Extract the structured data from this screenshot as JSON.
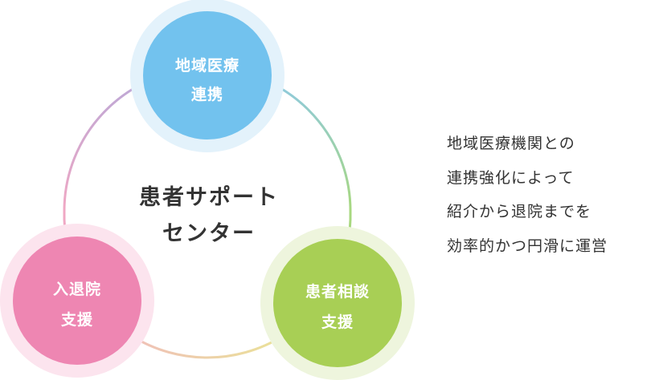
{
  "diagram": {
    "center": {
      "line1": "患者サポート",
      "line2": "センター"
    },
    "nodes": {
      "top": {
        "line1": "地域医療",
        "line2": "連携",
        "color": "#72c2ee",
        "halo": "#e3f2fb"
      },
      "left": {
        "line1": "入退院",
        "line2": "支援",
        "color": "#ee86b2",
        "halo": "#fce4ee"
      },
      "right": {
        "line1": "患者相談",
        "line2": "支援",
        "color": "#a8cf55",
        "halo": "#eef5dd"
      }
    },
    "ring_colors": [
      "#f0a8c4",
      "#b8a8d8",
      "#8cc8e8",
      "#a8d880",
      "#e8ee8c",
      "#f2c2a8"
    ]
  },
  "description": {
    "lines": [
      "地域医療機関との",
      "連携強化によって",
      "紹介から退院までを",
      "効率的かつ円滑に運営"
    ]
  }
}
